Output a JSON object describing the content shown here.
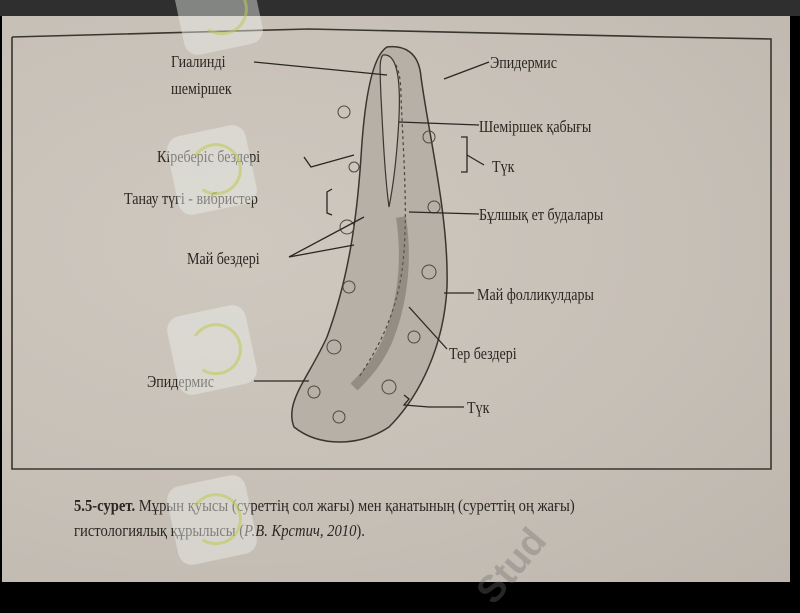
{
  "figure": {
    "labels_left": [
      {
        "id": "hyaline-cartilage-line1",
        "text": "Гиалинді"
      },
      {
        "id": "hyaline-cartilage-line2",
        "text": "шеміршек"
      },
      {
        "id": "vestibule-glands",
        "text": "Кіреберіс бездері"
      },
      {
        "id": "vibrissae",
        "text": "Танау түгі - вибристер"
      },
      {
        "id": "sebaceous-glands",
        "text": "Май бездері"
      },
      {
        "id": "epidermis-left",
        "text": "Эпидермис"
      }
    ],
    "labels_right": [
      {
        "id": "epidermis-right",
        "text": "Эпидермис"
      },
      {
        "id": "perichondrium",
        "text": "Шеміршек қабығы"
      },
      {
        "id": "hair-top",
        "text": "Түк"
      },
      {
        "id": "muscle-bundles",
        "text": "Бұлшық ет будалары"
      },
      {
        "id": "sebaceous-follicles",
        "text": "Май фолликулдары"
      },
      {
        "id": "sweat-glands",
        "text": "Тер бездері"
      },
      {
        "id": "hair-bottom",
        "text": "Түк"
      }
    ]
  },
  "caption": {
    "number": "5.5-сурет.",
    "text": " Мұрын  қуысы (суреттің сол жағы) мен  қанатының (суреттің оң жағы) гистологиялық  құрылысы (",
    "citation": "Р.В. Крстич, 2010",
    "end": ")."
  },
  "watermark": {
    "text": "Stud"
  }
}
